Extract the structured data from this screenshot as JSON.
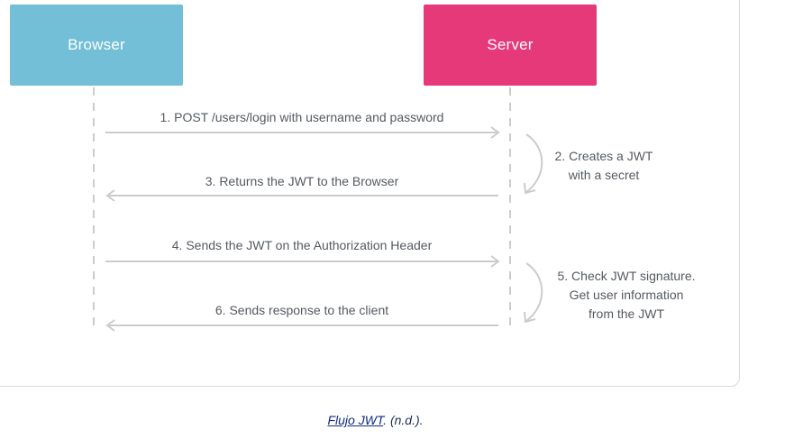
{
  "actors": {
    "browser": "Browser",
    "server": "Server"
  },
  "messages": [
    "1. POST /users/login with username and password",
    "3. Returns the JWT to the Browser",
    "4. Sends the JWT on the Authorization Header",
    "6. Sends response to the client"
  ],
  "notes": [
    [
      "2. Creates a JWT",
      "with a secret"
    ],
    [
      "5. Check JWT signature.",
      "Get user information",
      "from the JWT"
    ]
  ],
  "caption": {
    "link_text": "Flujo JWT",
    "suffix": ". (n.d.)."
  },
  "colors": {
    "browser": "#72bfd7",
    "server": "#e6397a",
    "line": "#cccccc",
    "text": "#555a60"
  }
}
